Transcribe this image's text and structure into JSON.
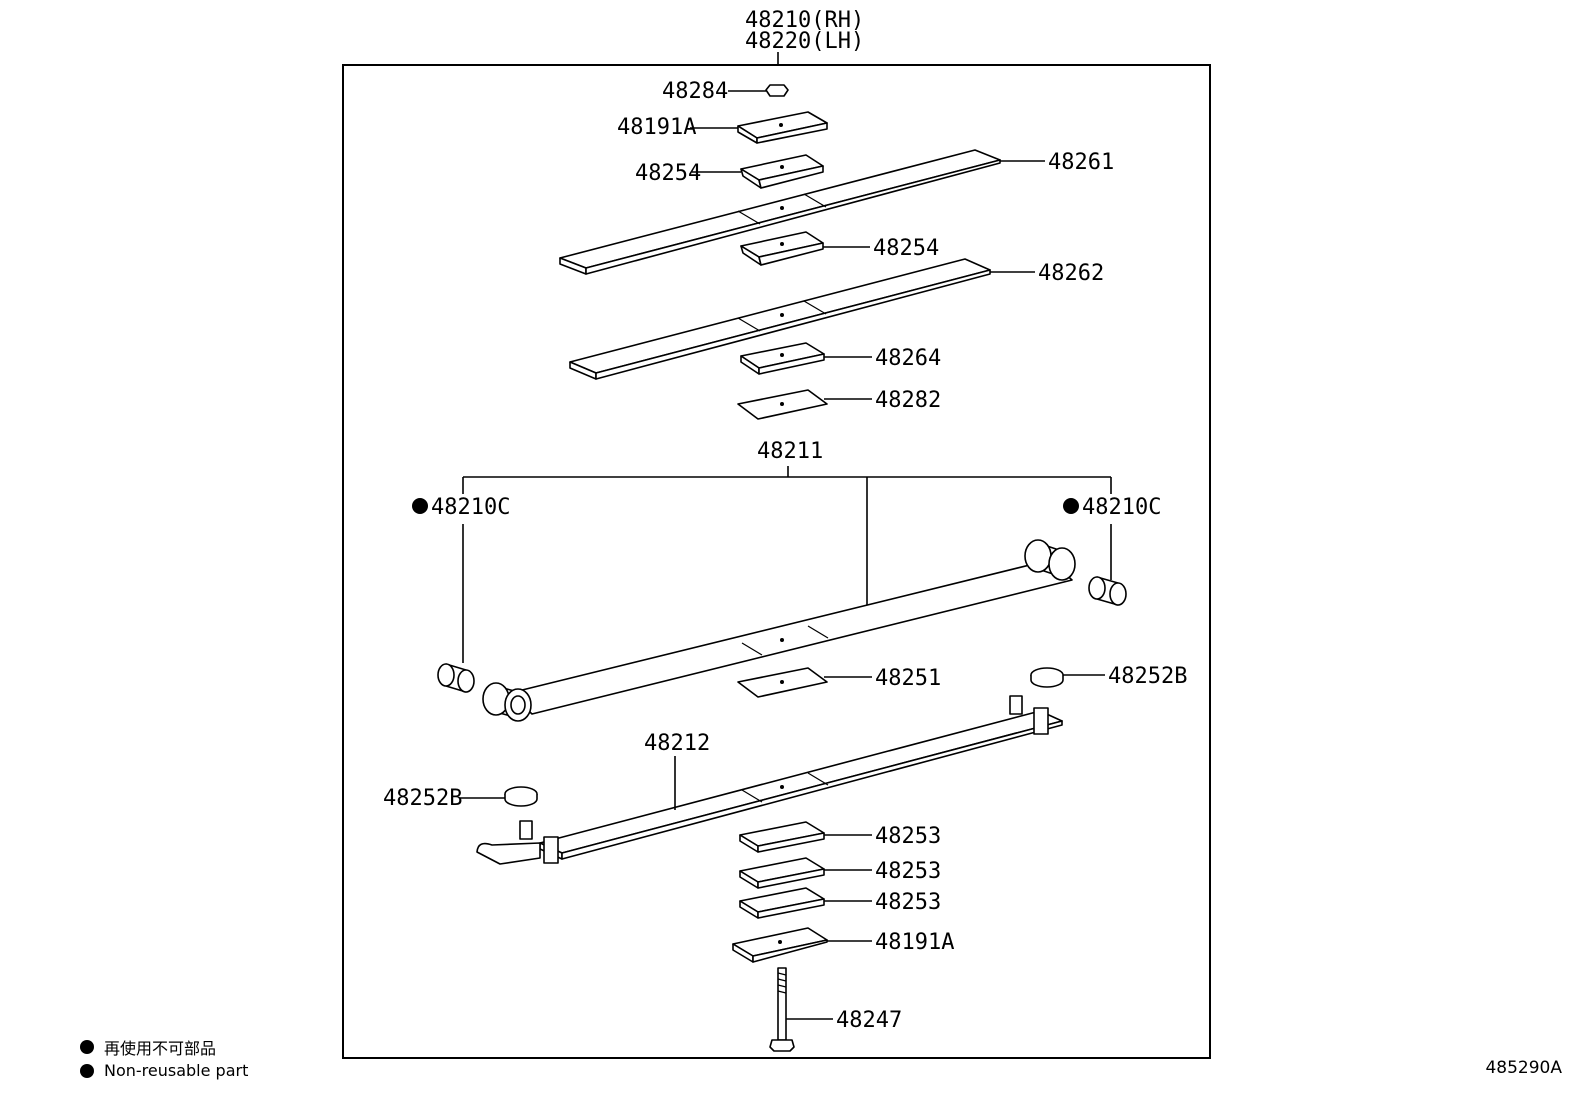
{
  "assembly": {
    "label_rh": "48210(RH)",
    "label_lh": "48220(LH)"
  },
  "parts": {
    "p48284": "48284",
    "p48191a_top": "48191A",
    "p48254_top": "48254",
    "p48261": "48261",
    "p48254_mid": "48254",
    "p48262": "48262",
    "p48264": "48264",
    "p48282": "48282",
    "p48211": "48211",
    "p48210c_left": "48210C",
    "p48210c_right": "48210C",
    "p48251": "48251",
    "p48252b_right": "48252B",
    "p48212": "48212",
    "p48252b_left": "48252B",
    "p48253_1": "48253",
    "p48253_2": "48253",
    "p48253_3": "48253",
    "p48191a_bottom": "48191A",
    "p48247": "48247"
  },
  "legend": {
    "jp": "再使用不可部品",
    "en": "Non-reusable part"
  },
  "diagram_id": "485290A"
}
